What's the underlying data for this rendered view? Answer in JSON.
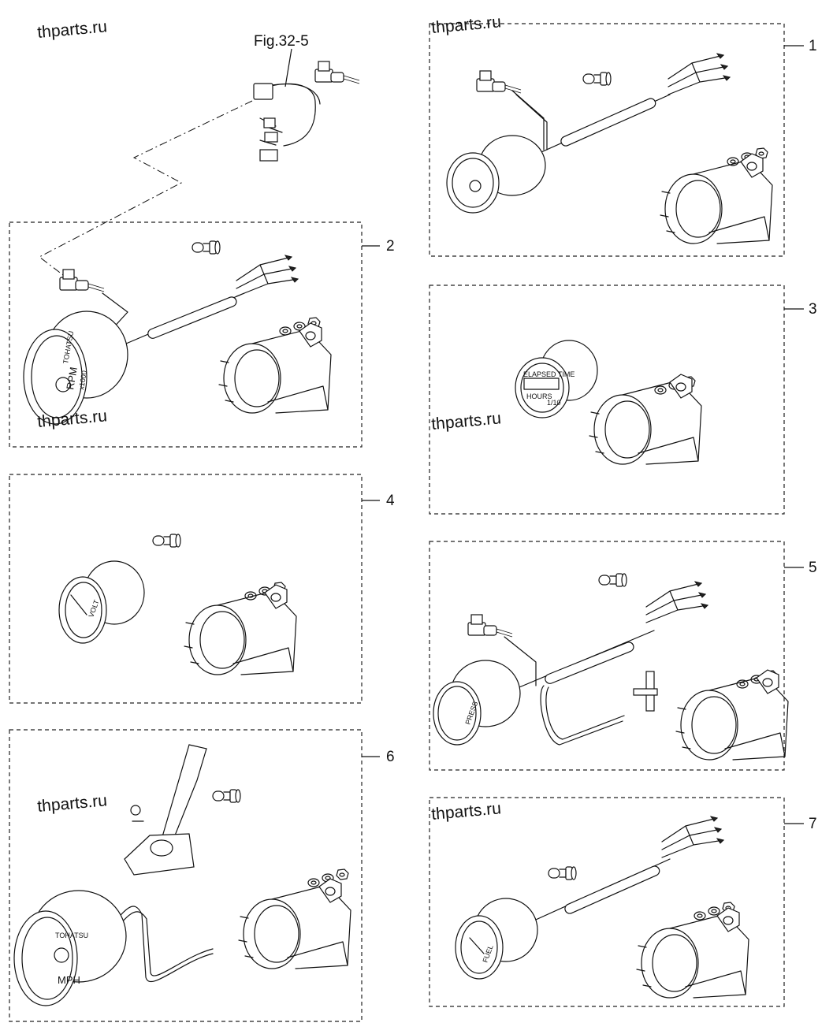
{
  "figure_reference": "Fig.32-5",
  "watermark": "thparts.ru",
  "callouts": [
    "1",
    "2",
    "3",
    "4",
    "5",
    "6",
    "7"
  ],
  "dial_labels": {
    "maker": "TOHATSU",
    "tachometer_unit": "RPM",
    "tachometer_scale": "x1000",
    "hourmeter_title": "ELAPSED TIME",
    "hourmeter_unit": "HOURS",
    "hourmeter_resolution": "1/10",
    "voltmeter_unit": "VOLT",
    "pressure_unit": "PRESS",
    "speedometer_unit": "MPH",
    "fuel_unit": "FUEL"
  }
}
